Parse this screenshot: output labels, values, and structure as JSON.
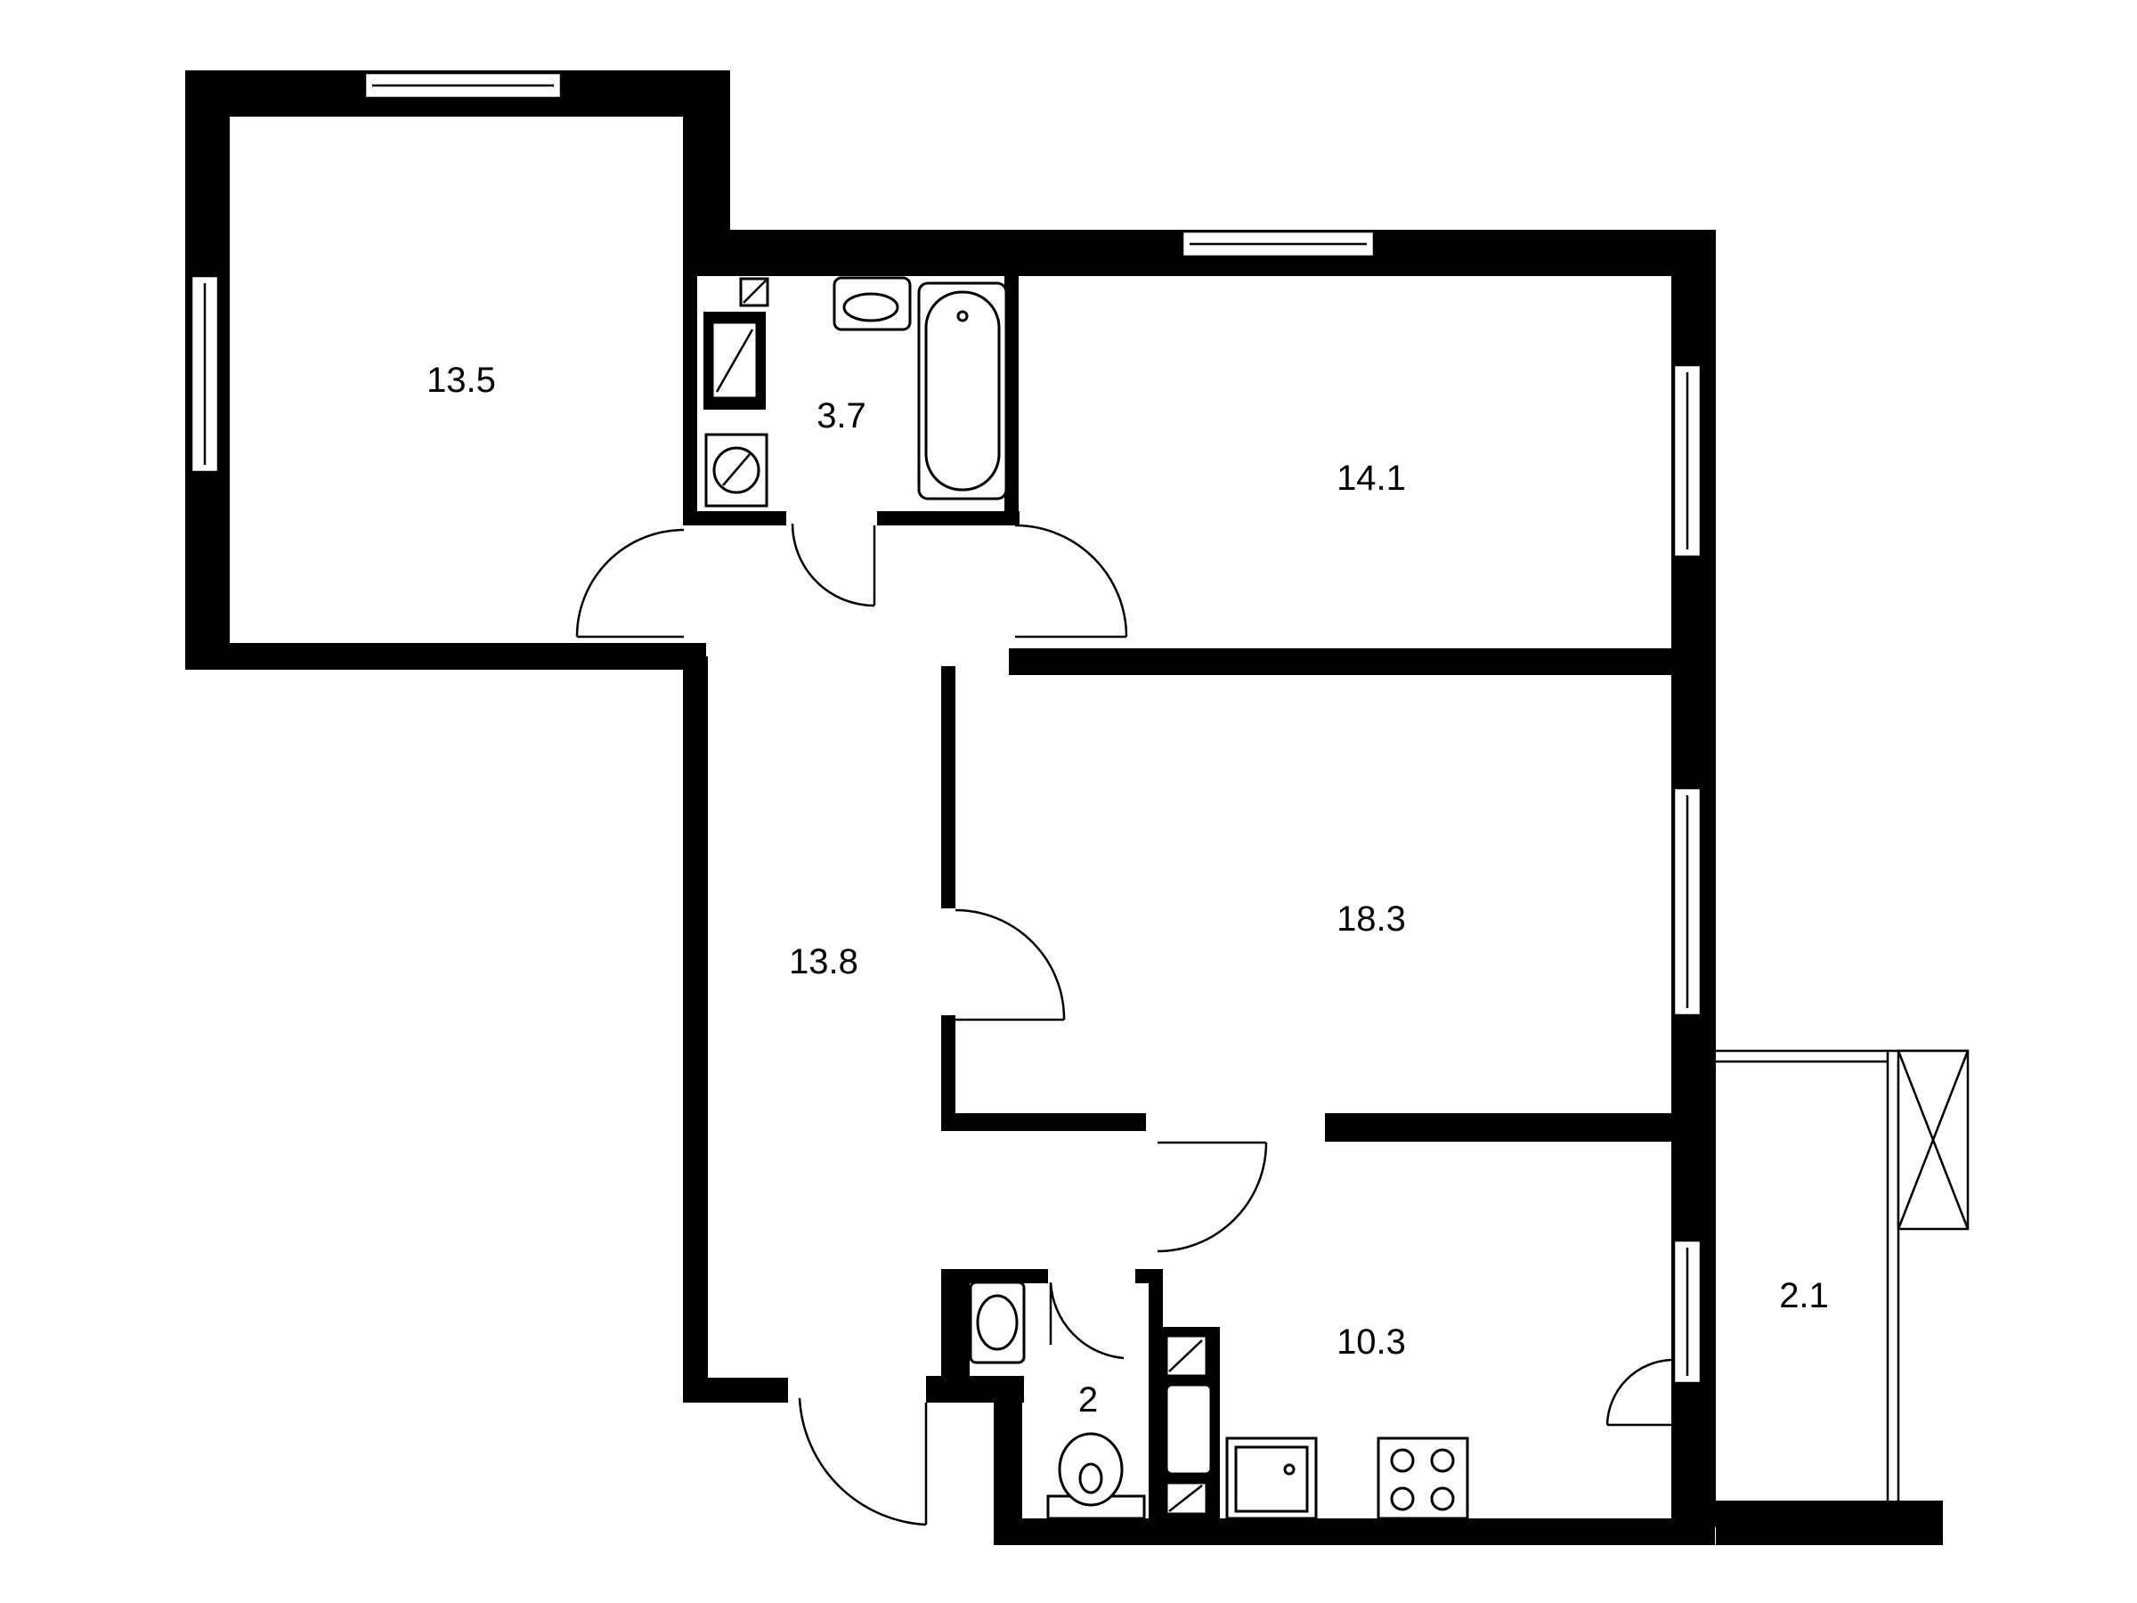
{
  "rooms": [
    {
      "id": "bedroom-top-left",
      "area": "13.5"
    },
    {
      "id": "bathroom",
      "area": "3.7"
    },
    {
      "id": "bedroom-top-right",
      "area": "14.1"
    },
    {
      "id": "hallway",
      "area": "13.8"
    },
    {
      "id": "living-room",
      "area": "18.3"
    },
    {
      "id": "toilet",
      "area": "2"
    },
    {
      "id": "kitchen",
      "area": "10.3"
    },
    {
      "id": "balcony",
      "area": "2.1"
    }
  ],
  "colors": {
    "wall": "#000000",
    "background": "#ffffff"
  }
}
